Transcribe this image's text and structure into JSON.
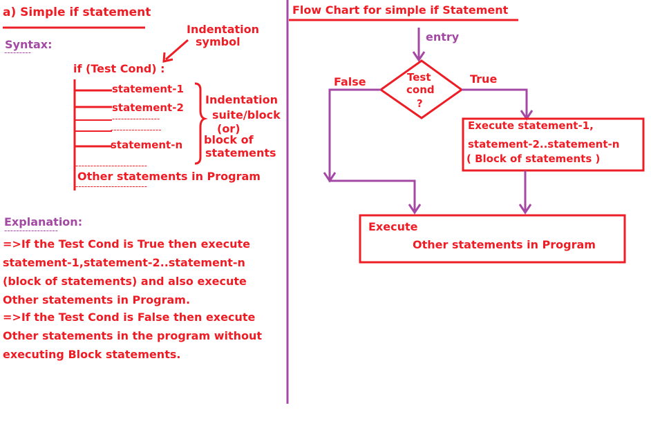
{
  "colors": {
    "red": "#ee1c24",
    "purple": "#a349a4"
  },
  "left": {
    "heading": "a) Simple if statement",
    "syntax_label": "Syntax:",
    "syntax_underline": "---------",
    "indent_annotation_line1": "Indentation",
    "indent_annotation_line2": "symbol",
    "if_line": "if (Test Cond) :",
    "statements": [
      "statement-1",
      "statement-2",
      "----------------",
      "-----------------",
      "statement-n"
    ],
    "suite_label": [
      "Indentation",
      "suite/block",
      "(or)",
      "block of",
      "statements"
    ],
    "dash_line": "------------------------",
    "other_statements": "Other statements in Program",
    "explanation_label": "Explanation:",
    "explanation_underline": "------------------",
    "explanation_lines": [
      "=>If the Test Cond is True then execute",
      "statement-1,statement-2..statement-n",
      "(block of statements)  and also execute",
      "Other statements in Program.",
      "=>If the Test Cond is False then execute",
      "Other statements in the program without",
      "executing Block statements."
    ]
  },
  "right": {
    "heading": "Flow Chart for  simple if Statement",
    "entry_label": "entry",
    "decision": [
      "Test",
      "cond",
      "?"
    ],
    "false_label": "False",
    "true_label": "True",
    "true_box": [
      "Execute statement-1,",
      "statement-2..statement-n",
      "( Block of statements )"
    ],
    "final_box": [
      "Execute",
      "Other statements in Program"
    ]
  }
}
